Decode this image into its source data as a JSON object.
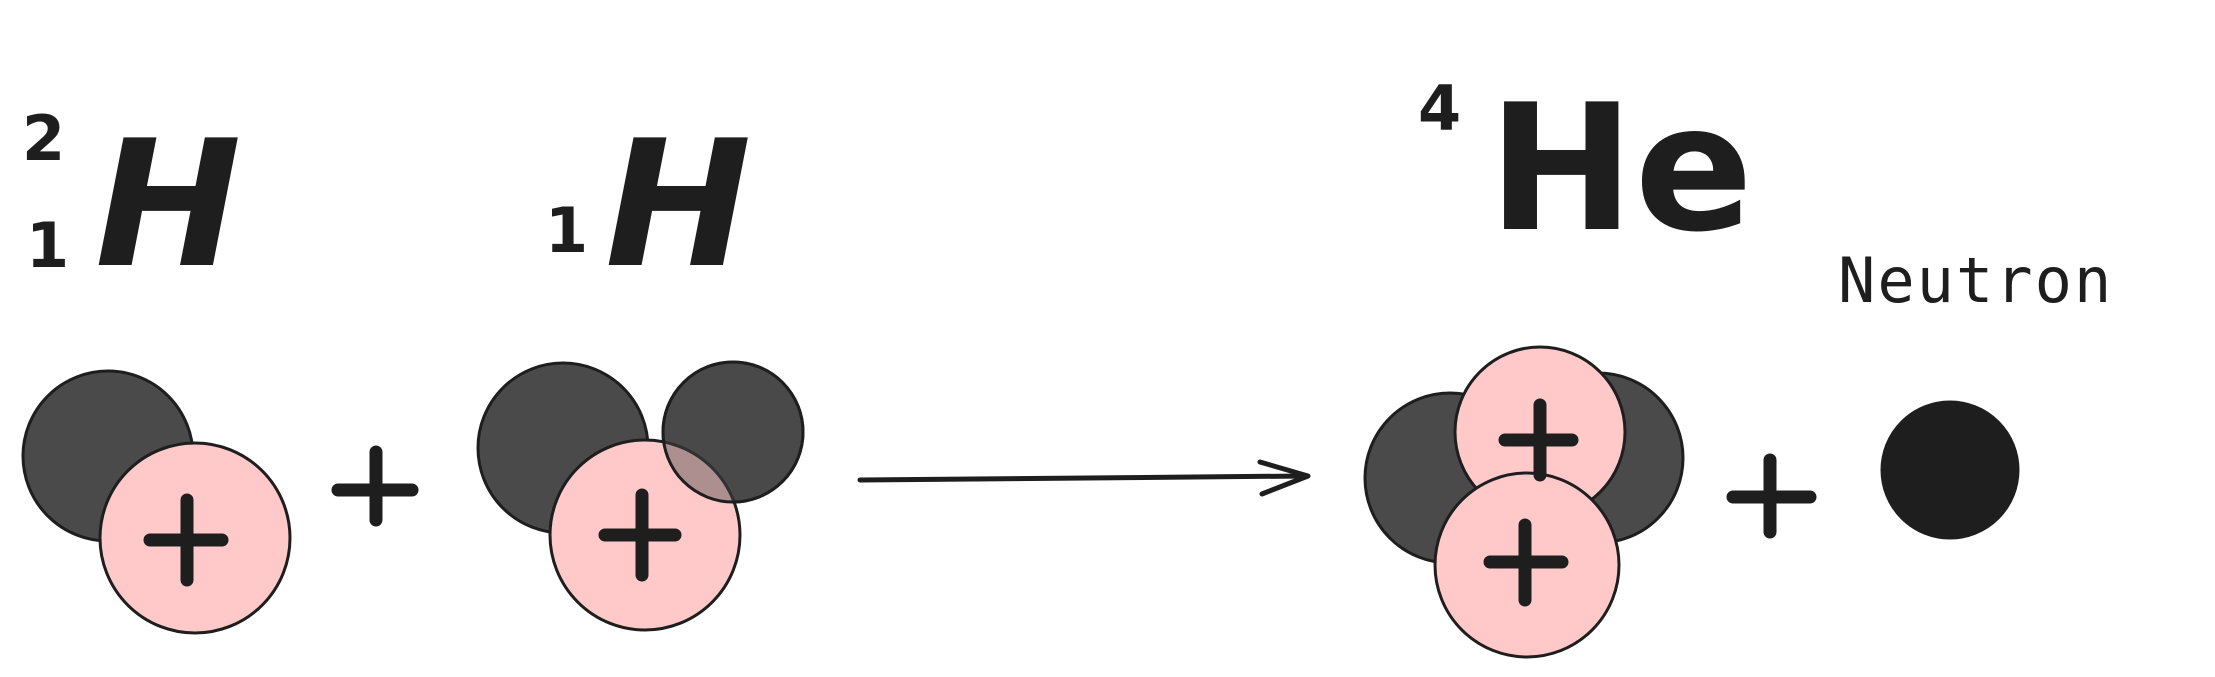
{
  "colors": {
    "proton": "#ffc9c9",
    "neutron_in_nucleus": "#4a4a4a",
    "free_neutron": "#1e1e1e",
    "stroke": "#1e1e1e",
    "background": "#ffffff"
  },
  "reactants": [
    {
      "symbol": "H",
      "mass_number": "2",
      "atomic_number": "1"
    },
    {
      "symbol": "H",
      "atomic_number": "1"
    }
  ],
  "products": [
    {
      "symbol": "He",
      "mass_number": "4"
    },
    {
      "label": "Neutron"
    }
  ],
  "operators": {
    "plus": "+",
    "arrow": "→"
  },
  "icons": {
    "proton_charge": "plus-sign-icon",
    "neutron": "filled-circle-icon",
    "arrow": "arrow-right-icon"
  }
}
